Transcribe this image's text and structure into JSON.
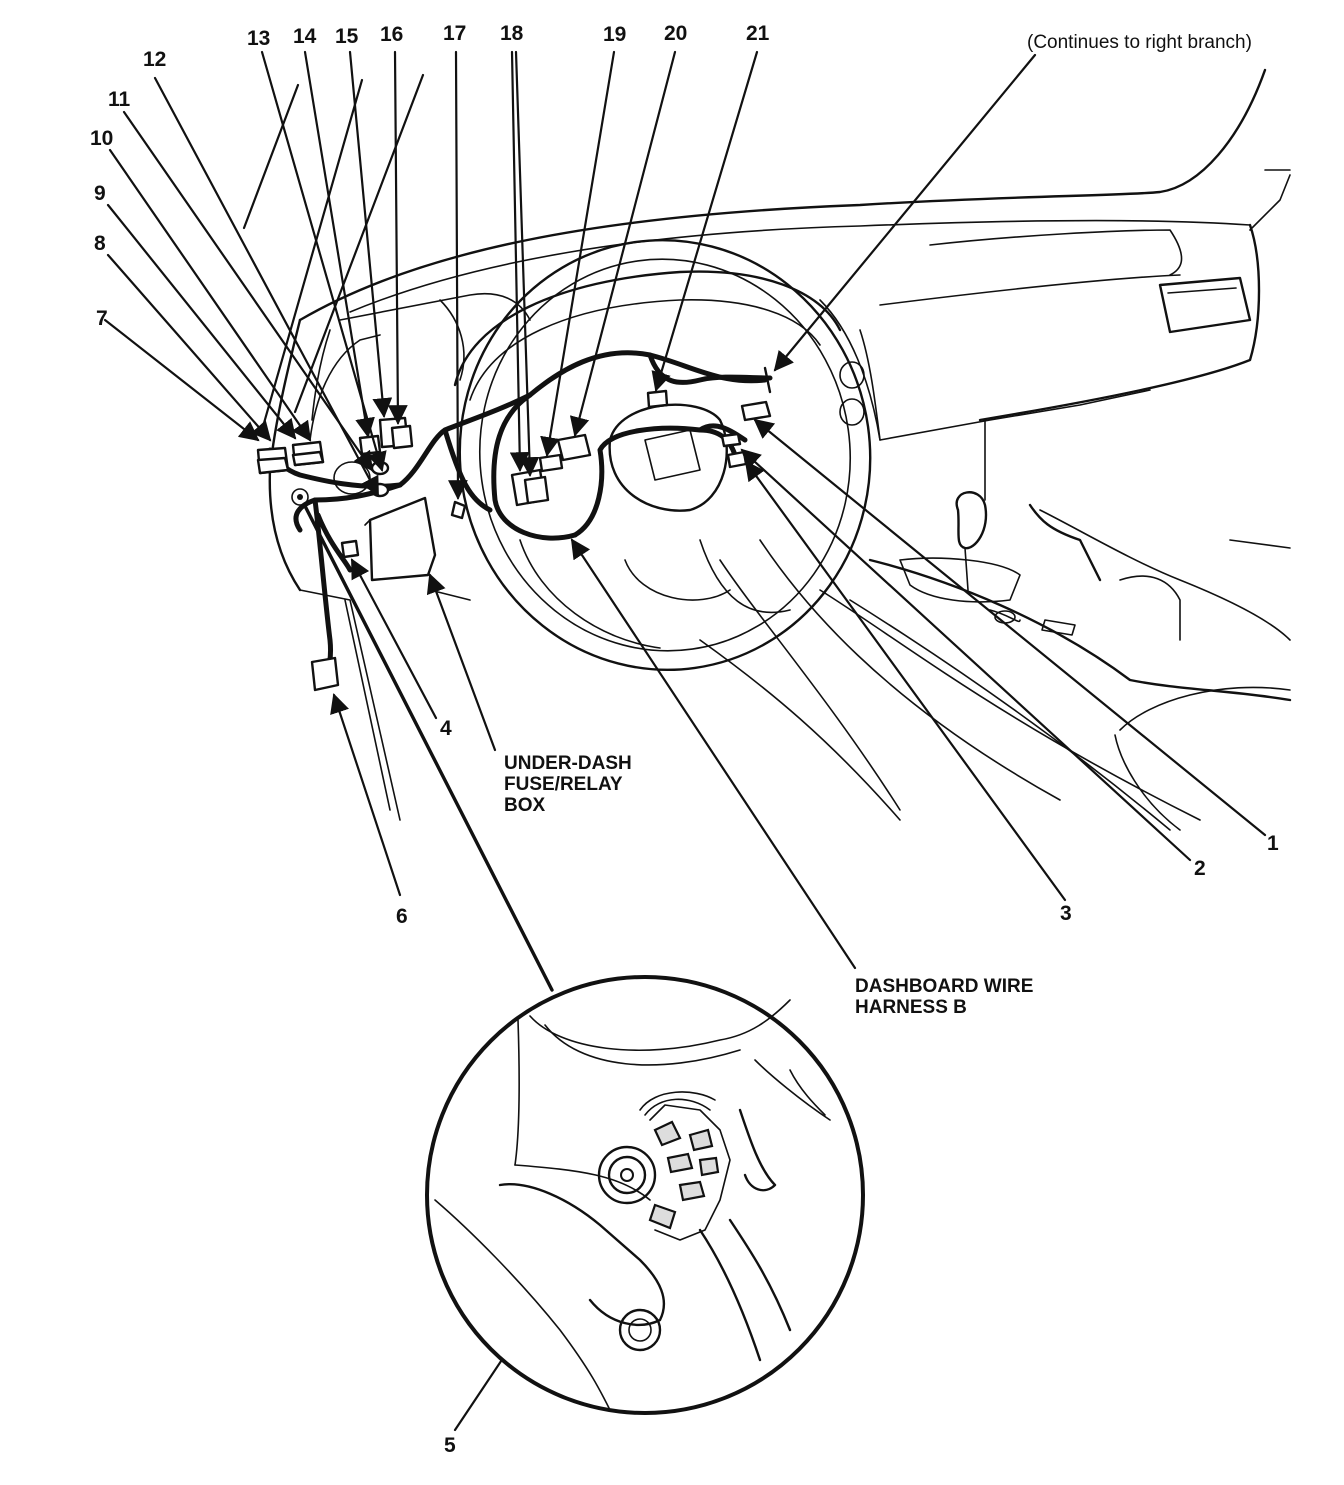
{
  "diagram": {
    "note": "(Continues to right branch)",
    "callouts": {
      "n1": "1",
      "n2": "2",
      "n3": "3",
      "n4": "4",
      "n5": "5",
      "n6": "6",
      "n7": "7",
      "n8": "8",
      "n9": "9",
      "n10": "10",
      "n11": "11",
      "n12": "12",
      "n13": "13",
      "n14": "14",
      "n15": "15",
      "n16": "16",
      "n17": "17",
      "n18": "18",
      "n19": "19",
      "n20": "20",
      "n21": "21"
    },
    "fuse_box_label": [
      "UNDER-DASH",
      "FUSE/RELAY",
      "BOX"
    ],
    "harness_label": [
      "DASHBOARD WIRE",
      "HARNESS B"
    ]
  }
}
